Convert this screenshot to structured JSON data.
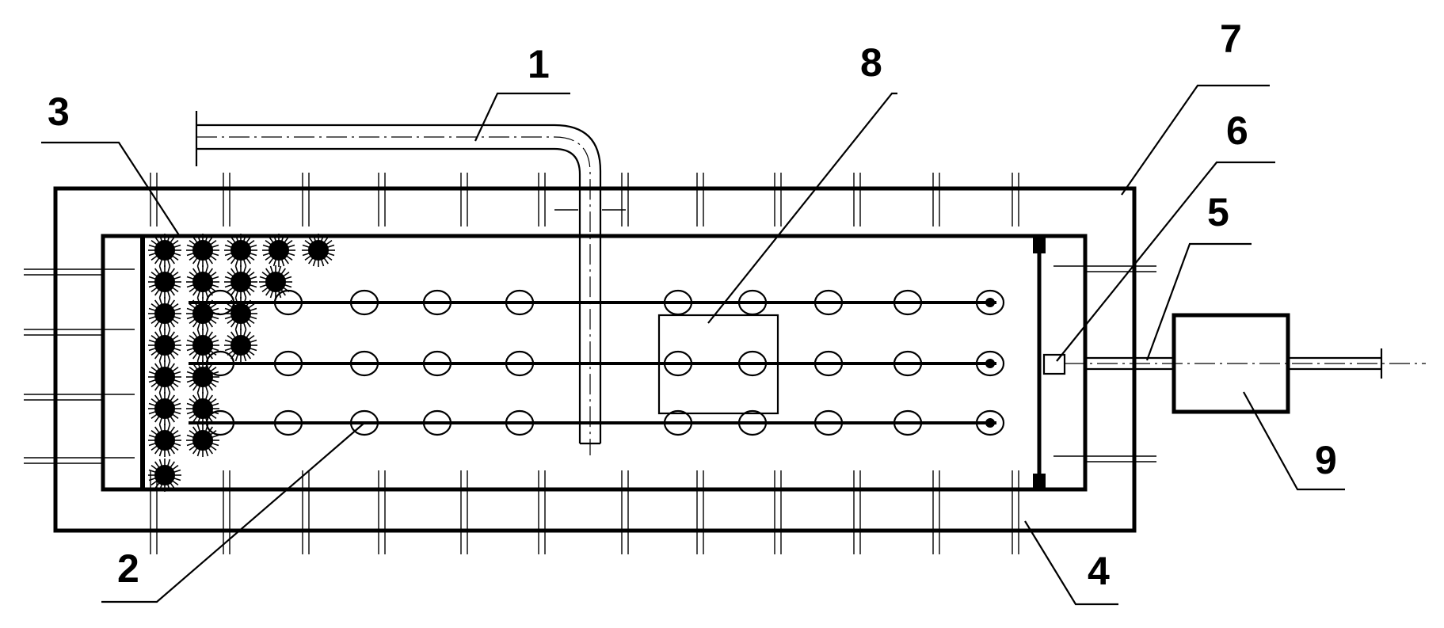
{
  "figure": {
    "callouts": [
      {
        "id": "1",
        "text": "1"
      },
      {
        "id": "2",
        "text": "2"
      },
      {
        "id": "3",
        "text": "3"
      },
      {
        "id": "4",
        "text": "4"
      },
      {
        "id": "5",
        "text": "5"
      },
      {
        "id": "6",
        "text": "6"
      },
      {
        "id": "7",
        "text": "7"
      },
      {
        "id": "8",
        "text": "8"
      },
      {
        "id": "9",
        "text": "9"
      }
    ]
  }
}
